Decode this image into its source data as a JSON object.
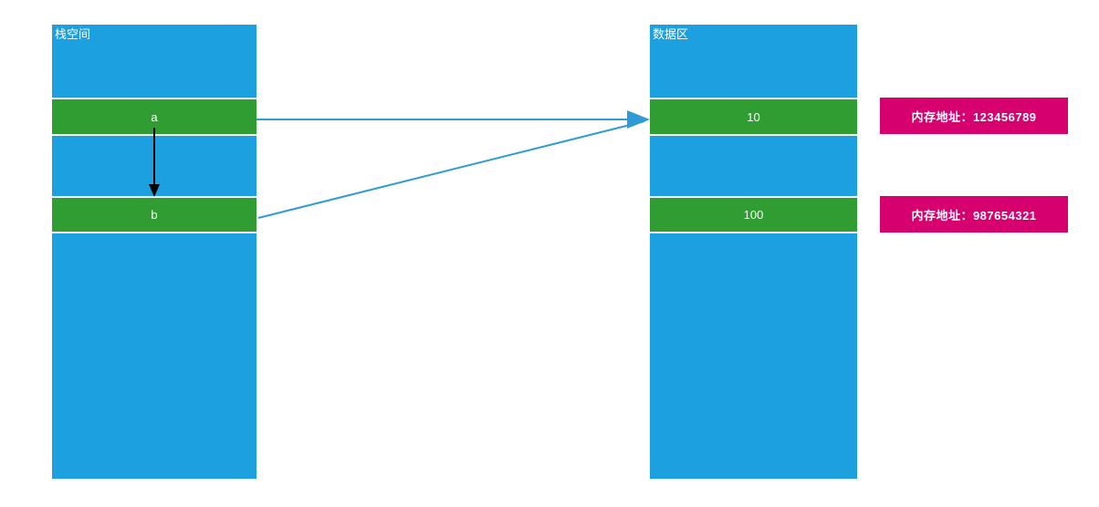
{
  "colors": {
    "bg": "#ffffff",
    "blue": "#1CA0E0",
    "green": "#2F9D32",
    "pink": "#D6006F",
    "arrow_blue": "#2E9BD6",
    "arrow_black": "#000000"
  },
  "stack_column": {
    "title": "栈空间",
    "cells": [
      {
        "label": "a"
      },
      {
        "label": "b"
      }
    ]
  },
  "data_column": {
    "title": "数据区",
    "cells": [
      {
        "label": "10"
      },
      {
        "label": "100"
      }
    ]
  },
  "address_boxes": [
    {
      "label": "内存地址：123456789"
    },
    {
      "label": "内存地址：987654321"
    }
  ]
}
